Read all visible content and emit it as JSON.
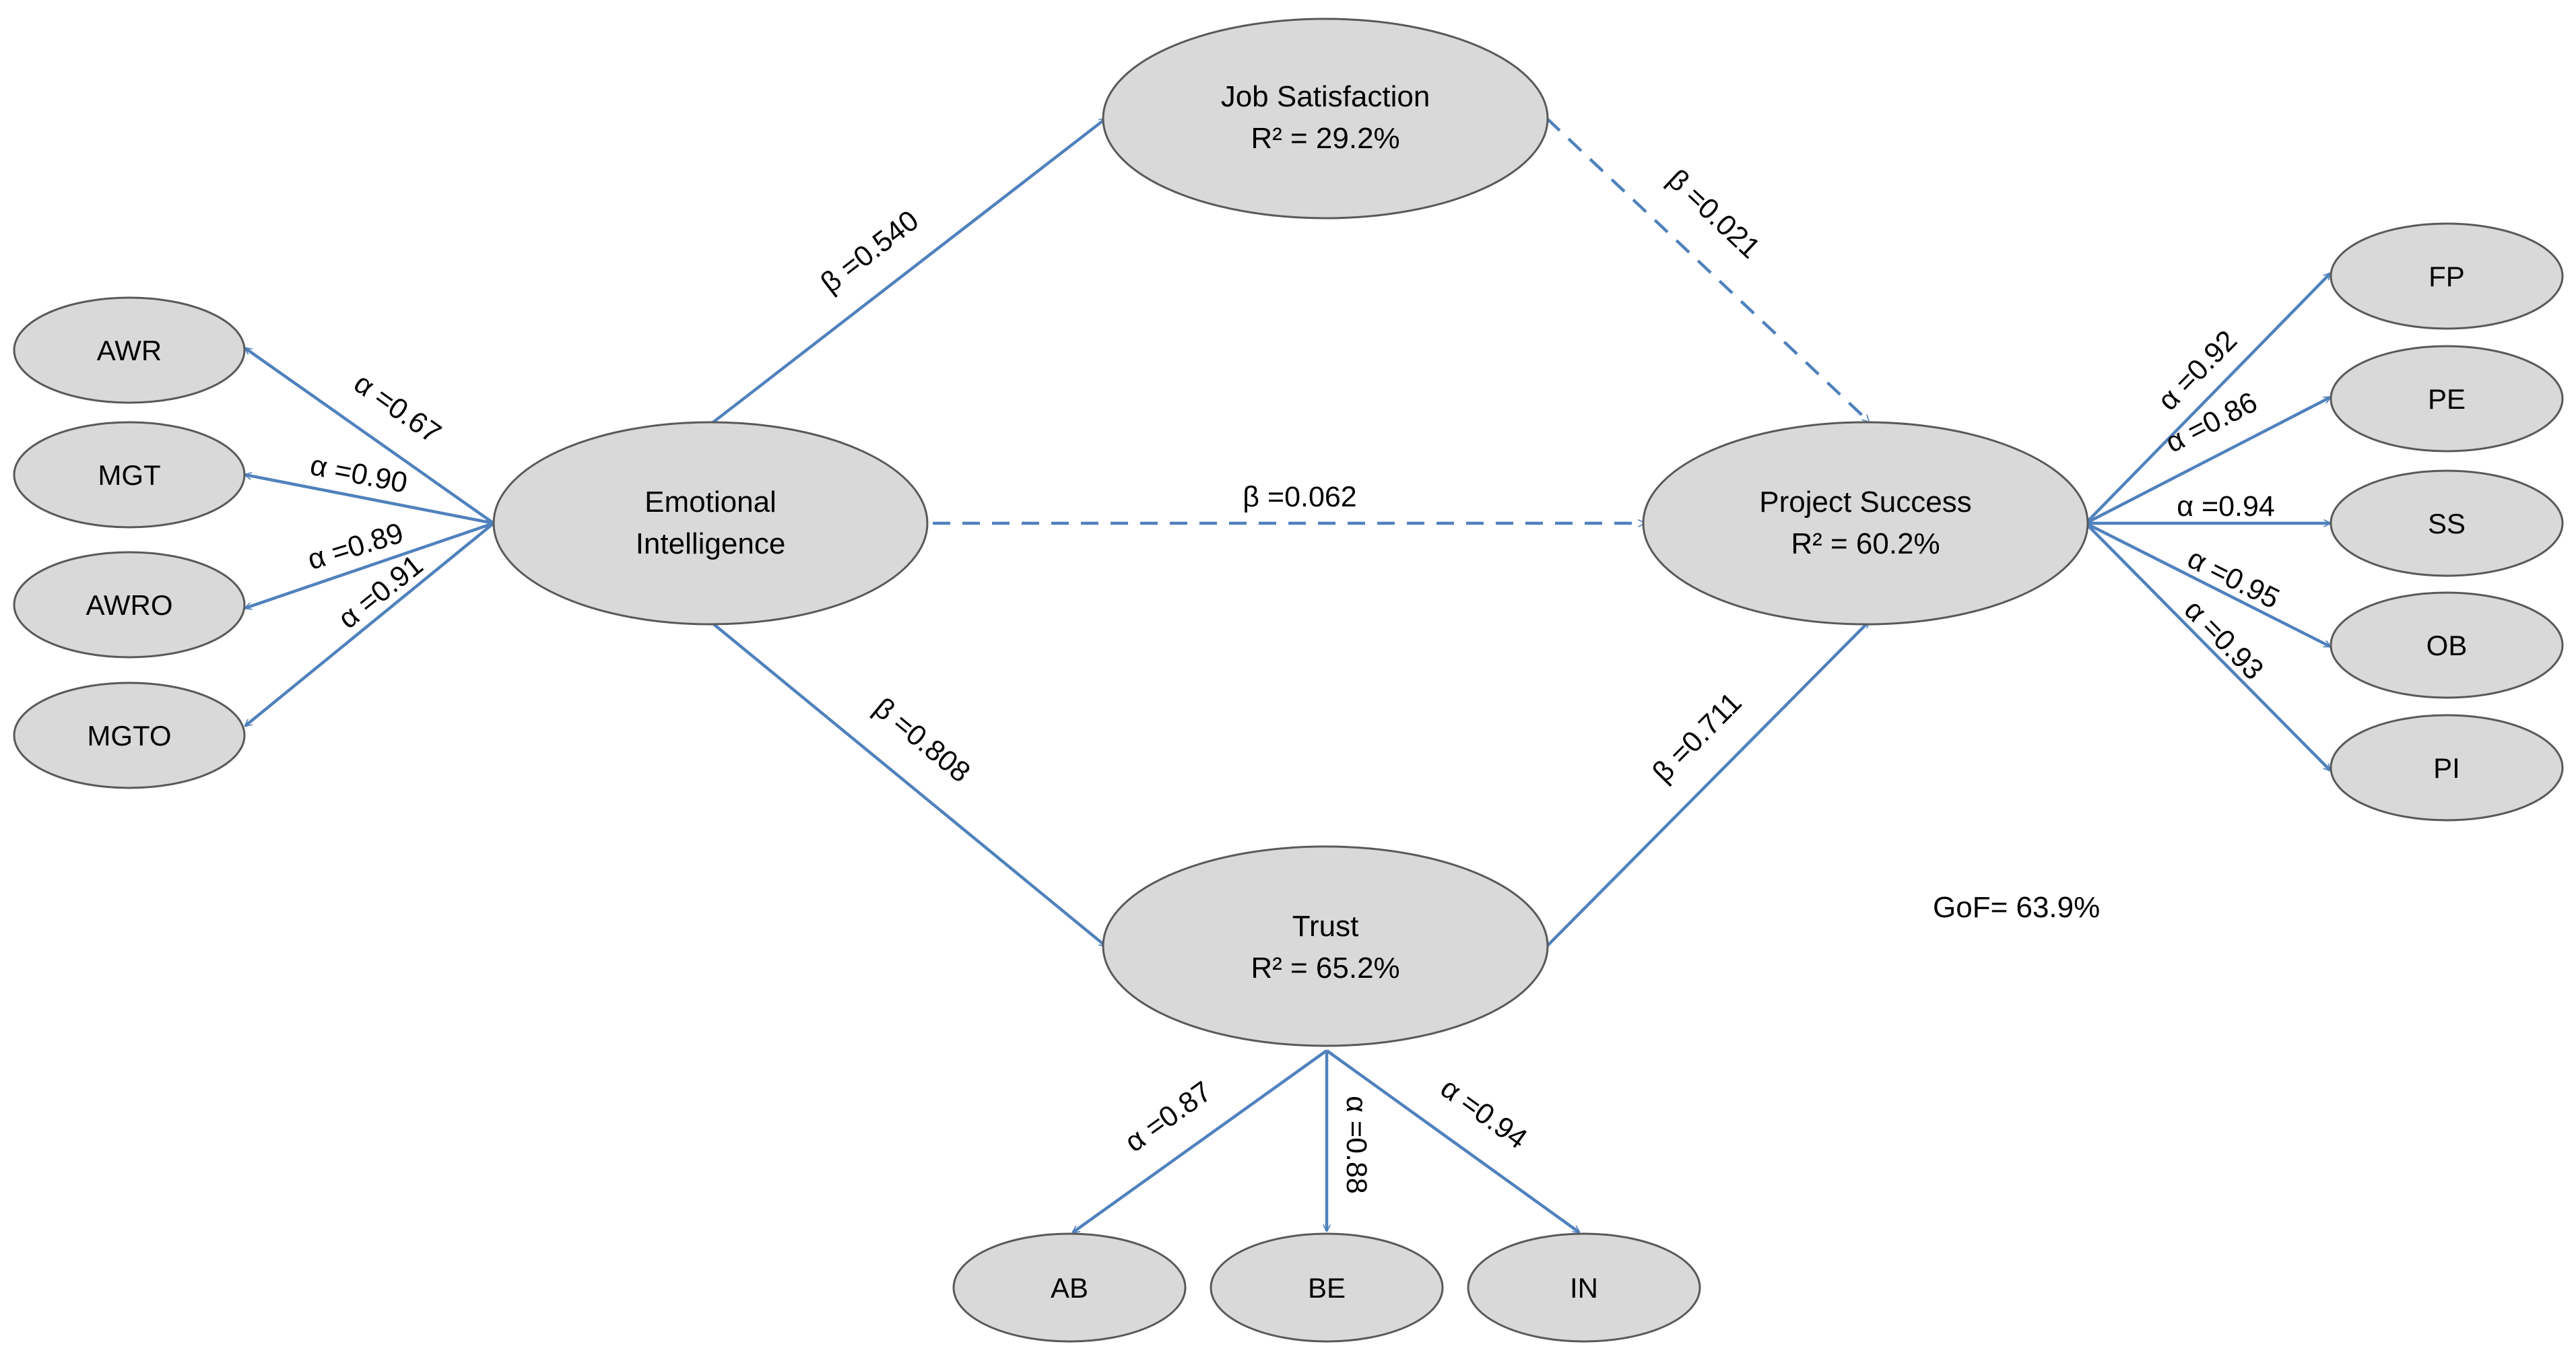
{
  "colors": {
    "node_fill": "#d9d9d9",
    "node_stroke": "#595959",
    "edge": "#4f81bd",
    "text": "#000000"
  },
  "nodes": {
    "ei": {
      "line1": "Emotional",
      "line2": "Intelligence"
    },
    "js": {
      "line1": "Job Satisfaction",
      "r2": "R² = 29.2%"
    },
    "trust": {
      "line1": "Trust",
      "r2": "R² = 65.2%"
    },
    "ps": {
      "line1": "Project Success",
      "r2": "R² = 60.2%"
    },
    "awr": "AWR",
    "mgt": "MGT",
    "awro": "AWRO",
    "mgto": "MGTO",
    "fp": "FP",
    "pe": "PE",
    "ss": "SS",
    "ob": "OB",
    "pi": "PI",
    "ab": "AB",
    "be": "BE",
    "in": "IN"
  },
  "paths": {
    "ei_js": "β =0.540",
    "ei_ps": "β =0.062",
    "ei_trust": "β =0.808",
    "js_ps": "β =0.021",
    "trust_ps": "β =0.711"
  },
  "loadings": {
    "awr": "α =0.67",
    "mgt": "α =0.90",
    "awro": "α =0.89",
    "mgto": "α =0.91",
    "fp": "α =0.92",
    "pe": "α =0.86",
    "ss": "α =0.94",
    "ob": "α =0.95",
    "pi": "α =0.93",
    "ab": "α =0.87",
    "be": "α =0.88",
    "in": "α =0.94"
  },
  "gof": "GoF= 63.9%"
}
